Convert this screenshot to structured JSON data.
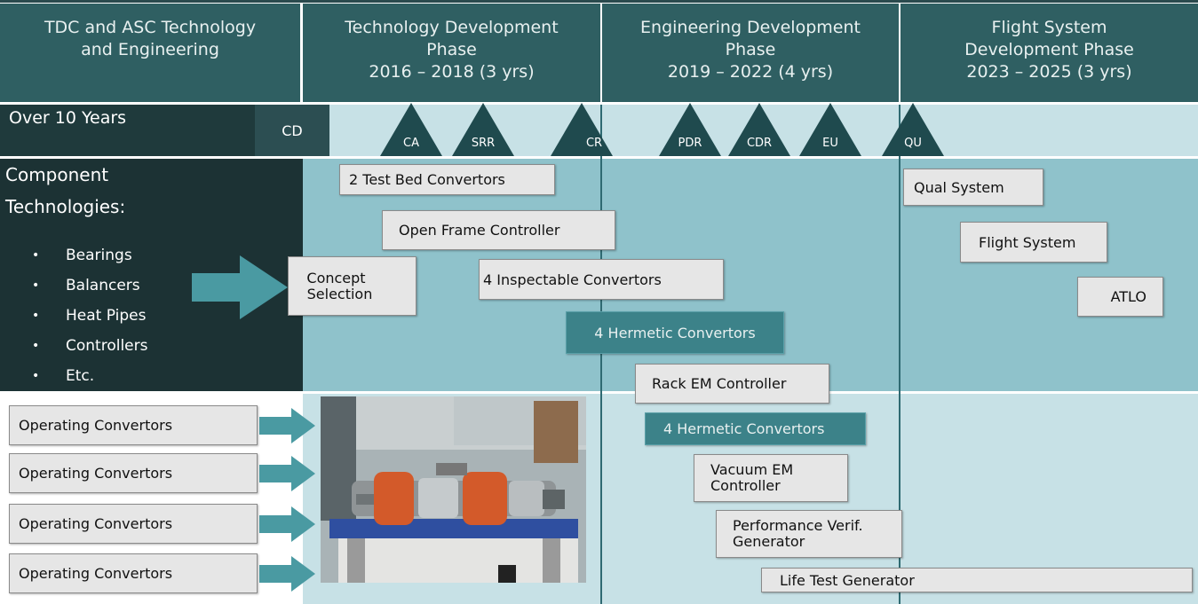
{
  "headers": {
    "col0": [
      "TDC and ASC Technology",
      "and Engineering"
    ],
    "col1": [
      "Technology Development",
      "Phase",
      "2016 – 2018 (3 yrs)"
    ],
    "col2": [
      "Engineering Development",
      "Phase",
      "2019 – 2022 (4 yrs)"
    ],
    "col3": [
      "Flight System",
      "Development Phase",
      "2023 – 2025 (3 yrs)"
    ]
  },
  "timeline": {
    "label": "Over 10 Years",
    "start_marker": "CD",
    "milestones": [
      "CA",
      "SRR",
      "CR",
      "PDR",
      "CDR",
      "EU",
      "QU"
    ]
  },
  "components": {
    "title1": "Component",
    "title2": "Technologies:",
    "items": [
      "Bearings",
      "Balancers",
      "Heat Pipes",
      "Controllers",
      "Etc."
    ]
  },
  "concept": {
    "line1": "Concept",
    "line2": "Selection"
  },
  "tasks": {
    "test_bed": "2 Test Bed Convertors",
    "open_frame": "Open Frame Controller",
    "inspectable": "4 Inspectable Convertors",
    "hermetic1": "4 Hermetic Convertors",
    "rack_em": "Rack EM Controller",
    "hermetic2": "4 Hermetic Convertors",
    "vacuum_em_1": "Vacuum EM",
    "vacuum_em_2": "Controller",
    "perf_1": "Performance Verif.",
    "perf_2": "Generator",
    "life_test": "Life Test Generator",
    "qual": "Qual System",
    "flight": "Flight System",
    "atlo": "ATLO"
  },
  "operating": [
    "Operating Convertors",
    "Operating Convertors",
    "Operating Convertors",
    "Operating Convertors"
  ],
  "colors": {
    "header": "#2f5f62",
    "dark": "#1f3a3c",
    "light": "#c7e1e6",
    "mid": "#8fc2cb",
    "arrow": "#4a9aa2",
    "box_dark": "#3c8289"
  }
}
